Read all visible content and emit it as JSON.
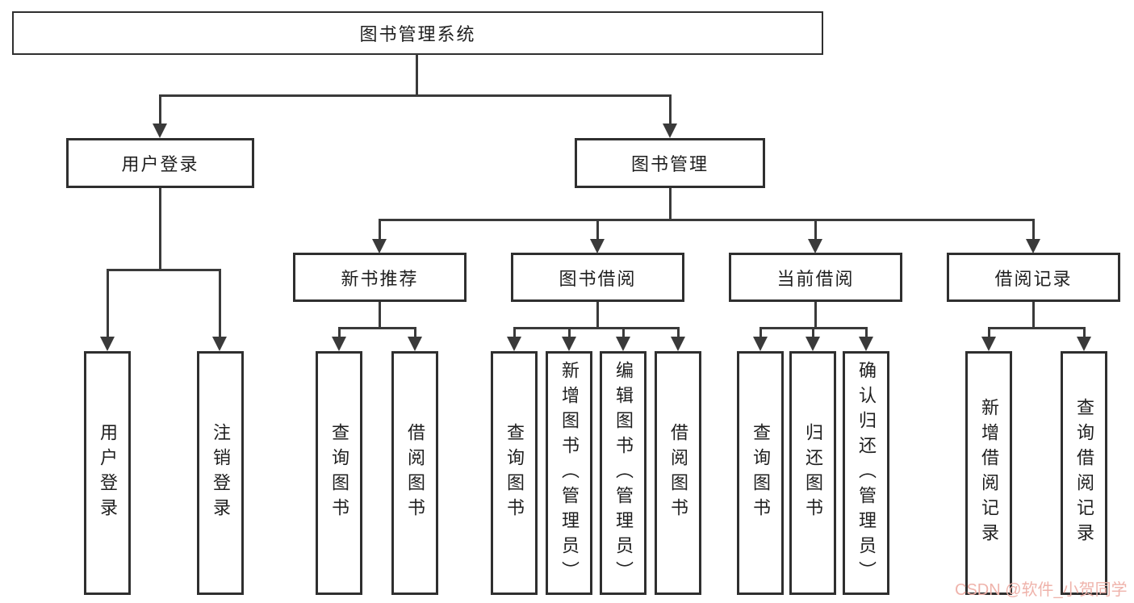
{
  "root": {
    "label": "图书管理系统"
  },
  "branches": [
    {
      "label": "用户登录",
      "children": [
        {
          "label": "用户登录"
        },
        {
          "label": "注销登录"
        }
      ]
    },
    {
      "label": "图书管理",
      "children": [
        {
          "label": "新书推荐",
          "children": [
            {
              "label": "查询图书"
            },
            {
              "label": "借阅图书"
            }
          ]
        },
        {
          "label": "图书借阅",
          "children": [
            {
              "label": "查询图书"
            },
            {
              "label": "新增图书（管理员）"
            },
            {
              "label": "编辑图书（管理员）"
            },
            {
              "label": "借阅图书"
            }
          ]
        },
        {
          "label": "当前借阅",
          "children": [
            {
              "label": "查询图书"
            },
            {
              "label": "归还图书"
            },
            {
              "label": "确认归还（管理员）"
            }
          ]
        },
        {
          "label": "借阅记录",
          "children": [
            {
              "label": "新增借阅记录"
            },
            {
              "label": "查询借阅记录"
            }
          ]
        }
      ]
    }
  ],
  "watermark": {
    "text": "CSDN @软件_小贺同学"
  },
  "colors": {
    "line": "#3a3a3a",
    "box_border": "#2f2f2f",
    "text": "#1f1f1f",
    "watermark": "#efb3ab",
    "background": "#ffffff"
  }
}
